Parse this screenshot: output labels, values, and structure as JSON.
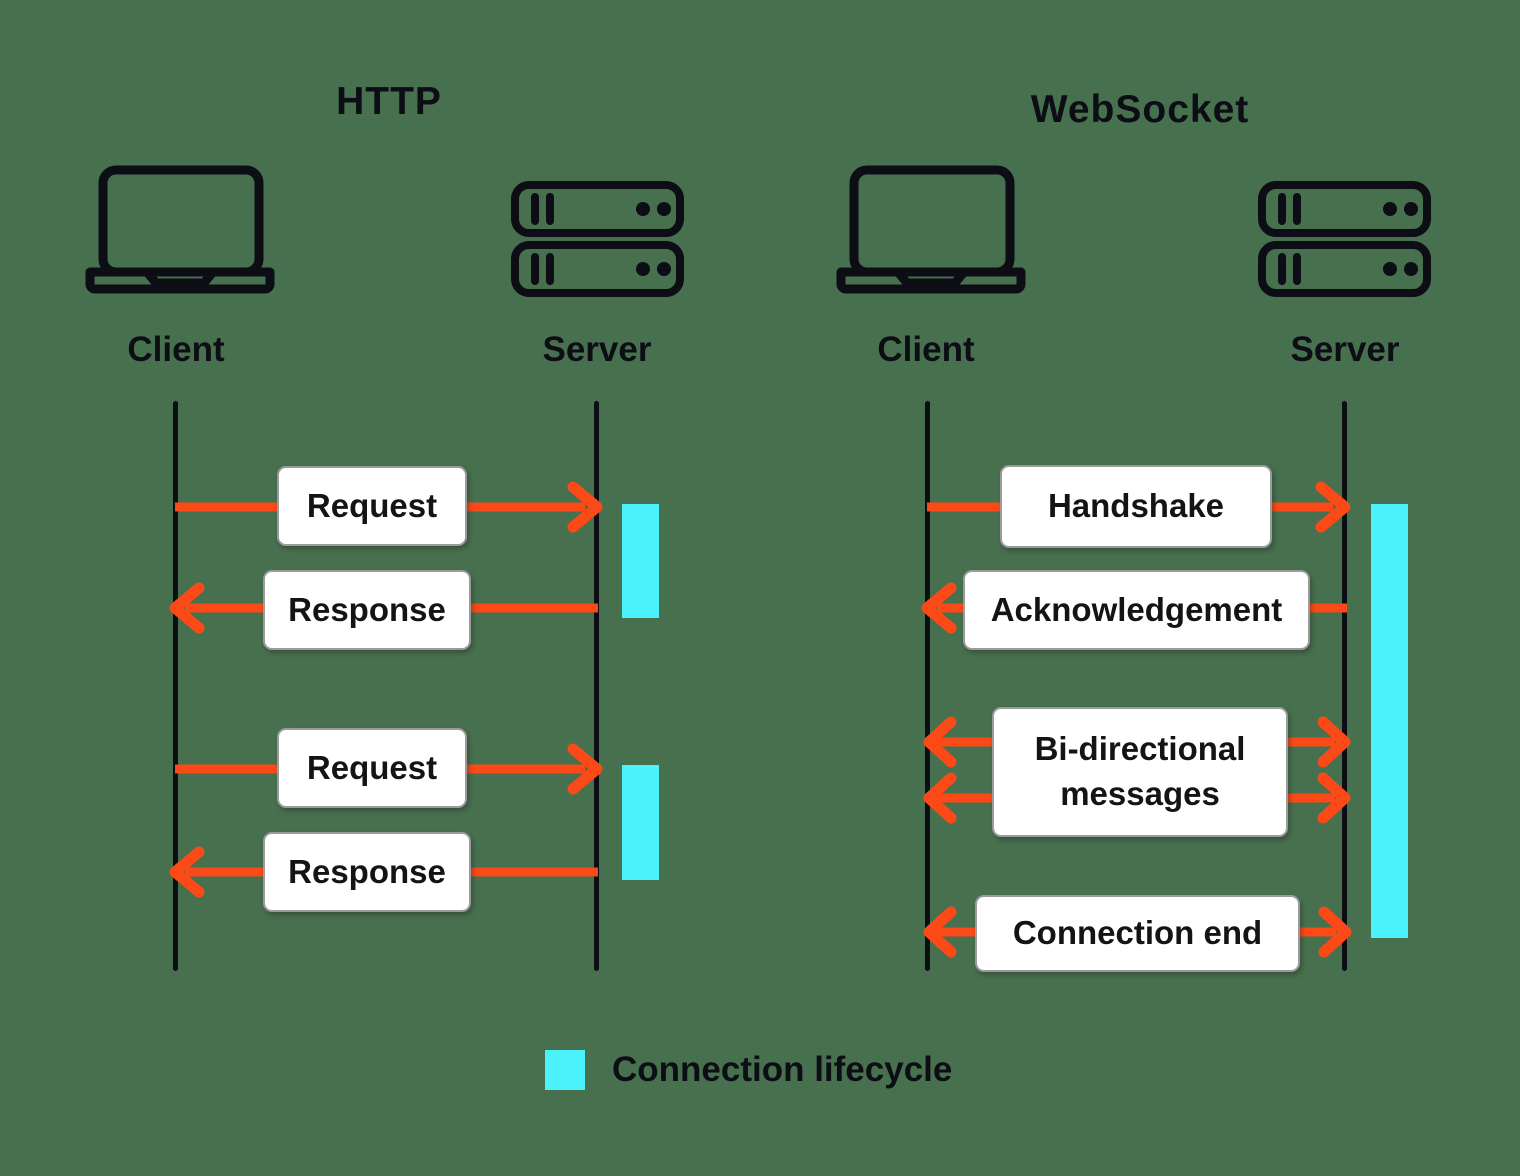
{
  "colors": {
    "background": "#47704E",
    "arrow": "#FB4A17",
    "lifecycle": "#4BF2FC",
    "ink": "#0D0D15",
    "box_border": "#9B9B9B",
    "box_fill": "#FFFFFF"
  },
  "http": {
    "title": "HTTP",
    "client_label": "Client",
    "server_label": "Server",
    "client_icon": "laptop-icon",
    "server_icon": "server-rack-icon",
    "messages": [
      "Request",
      "Response",
      "Request",
      "Response"
    ]
  },
  "websocket": {
    "title": "WebSocket",
    "client_label": "Client",
    "server_label": "Server",
    "client_icon": "laptop-icon",
    "server_icon": "server-rack-icon",
    "messages": [
      "Handshake",
      "Acknowledgement",
      "Bi-directional messages",
      "Connection end"
    ]
  },
  "legend": {
    "label": "Connection lifecycle",
    "swatch": "cyan-square"
  }
}
